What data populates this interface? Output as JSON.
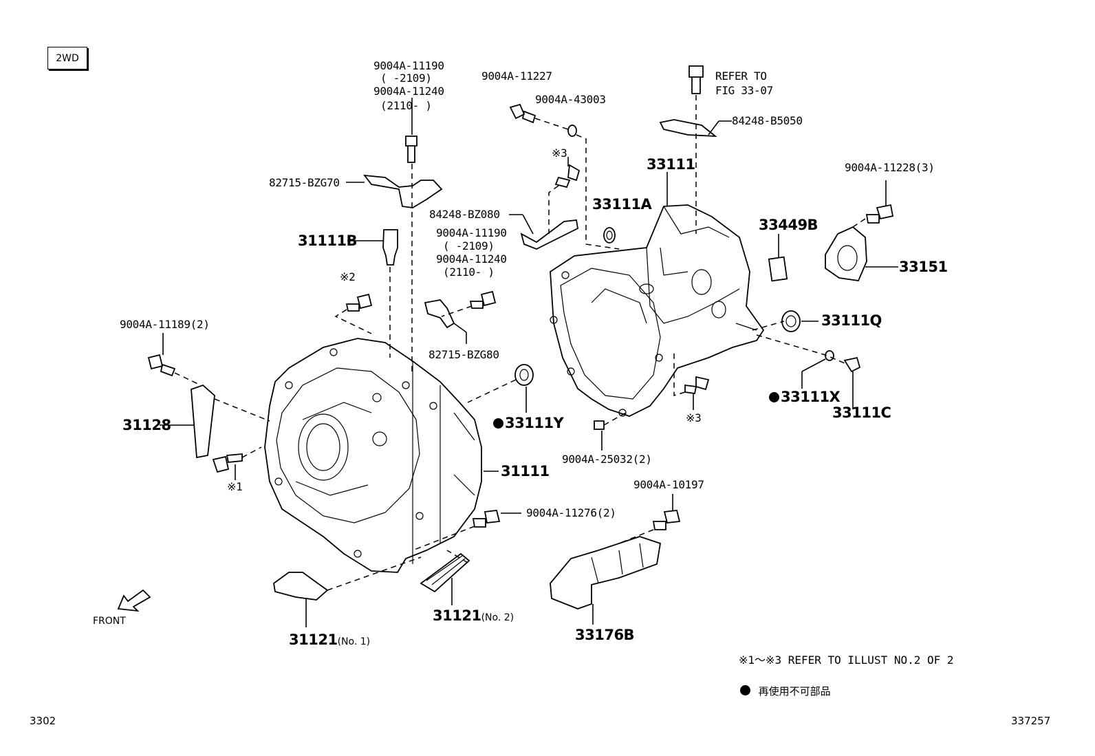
{
  "diagram": {
    "variant_tag": "2WD",
    "page_number": "3302",
    "illustration_number": "337257",
    "orientation_label": "FRONT",
    "footnotes": {
      "reference_note": "※1～※3  REFER TO ILLUST NO.2 OF 2",
      "non_reusable_legend": "再使用不可部品"
    },
    "refer_note": [
      "REFER TO",
      "FIG 33-07"
    ],
    "callouts": {
      "bolt_9004A_11190_top": "9004A-11190",
      "range_2109_top": "(     -2109)",
      "bolt_9004A_11240_top": "9004A-11240",
      "range_2110_top": "(2110-     )",
      "bolt_9004A_11227": "9004A-11227",
      "washer_9004A_43003": "9004A-43003",
      "bracket_84248_B5050": "84248-B5050",
      "bracket_82715_BZG70": "82715-BZG70",
      "mark_3_upper": "※3",
      "case_33111": "33111",
      "part_33111A": "33111A",
      "bolt_9004A_11228": "9004A-11228(3)",
      "bracket_84248_BZ080": "84248-BZ080",
      "part_33449B": "33449B",
      "switch_31111B": "31111B",
      "bolt_9004A_11190_mid": "9004A-11190",
      "range_2109_mid": "(     -2109)",
      "bolt_9004A_11240_mid": "9004A-11240",
      "range_2110_mid": "(2110-     )",
      "retainer_33151": "33151",
      "mark_2": "※2",
      "seal_33111Q": "33111Q",
      "bolt_9004A_11189": "9004A-11189(2)",
      "bracket_82715_BZG80": "82715-BZG80",
      "gasket_33111X": "33111X",
      "plug_33111C": "33111C",
      "seal_33111Y": "33111Y",
      "mark_3_lower": "※3",
      "cover_31128": "31128",
      "pin_9004A_25032": "9004A-25032(2)",
      "housing_31111": "31111",
      "mark_1": "※1",
      "bolt_9004A_10197": "9004A-10197",
      "bolt_9004A_11276": "9004A-11276(2)",
      "cover_31121_no2": "31121",
      "cover_31121_no2_suffix": "(No. 2)",
      "cover_31121_no1": "31121",
      "cover_31121_no1_suffix": "(No. 1)",
      "protector_33176B": "33176B"
    }
  }
}
